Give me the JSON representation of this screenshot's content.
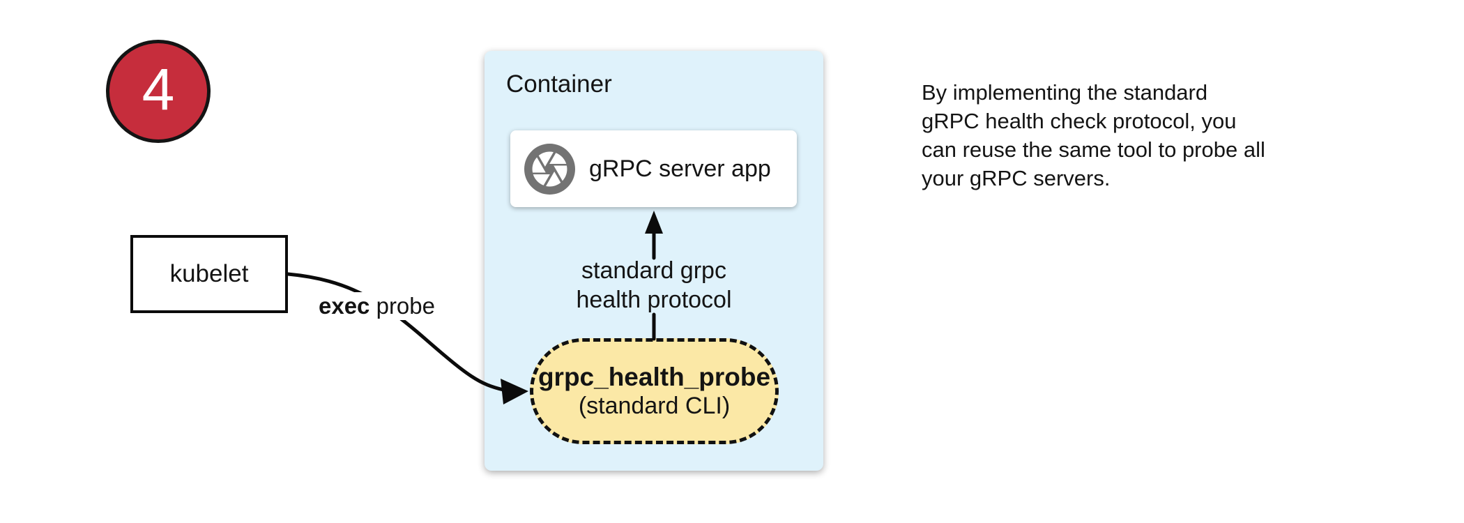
{
  "badge": {
    "number": "4"
  },
  "kubelet": {
    "label": "kubelet"
  },
  "exec_arrow": {
    "label_bold": "exec",
    "label_rest": " probe"
  },
  "container": {
    "title": "Container",
    "app": {
      "label": "gRPC server app",
      "icon": "camera-shutter-icon"
    },
    "protocol_label": {
      "line1": "standard grpc",
      "line2": "health protocol"
    },
    "probe": {
      "name": "grpc_health_probe",
      "subtitle": "(standard CLI)"
    }
  },
  "note": {
    "lines": [
      "By implementing the standard",
      "gRPC health check protocol, you",
      "can reuse the same tool to probe all",
      "your gRPC servers."
    ]
  },
  "colors": {
    "badge_red": "#c62d3c",
    "container_blue": "#dff2fb",
    "probe_yellow": "#fbe8a6",
    "icon_gray": "#737373",
    "stroke_black": "#0b0b0b"
  }
}
